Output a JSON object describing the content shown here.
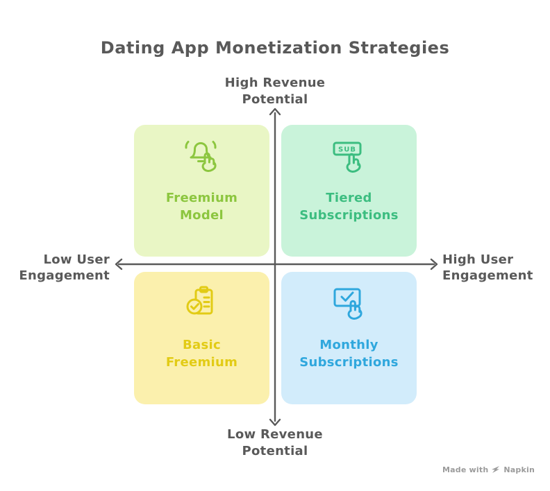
{
  "title": "Dating App Monetization Strategies",
  "axis_labels": {
    "top": {
      "line1": "High Revenue",
      "line2": "Potential"
    },
    "bottom": {
      "line1": "Low Revenue",
      "line2": "Potential"
    },
    "left": {
      "line1": "Low User",
      "line2": "Engagement"
    },
    "right": {
      "line1": "High User",
      "line2": "Engagement"
    }
  },
  "quadrants": [
    {
      "position": "top-left",
      "label": "Freemium Model",
      "icon": "notification-bell-tap-icon",
      "bg": "#e9f6c5",
      "fg": "#8cc63f"
    },
    {
      "position": "top-right",
      "label": "Tiered Subscriptions",
      "icon": "sub-button-tap-icon",
      "icon_text": "SUB",
      "bg": "#c9f3da",
      "fg": "#3cbd80"
    },
    {
      "position": "bottom-left",
      "label": "Basic Freemium",
      "icon": "clipboard-check-icon",
      "bg": "#fbf0ad",
      "fg": "#e2cb15"
    },
    {
      "position": "bottom-right",
      "label": "Monthly Subscriptions",
      "icon": "tap-check-icon",
      "bg": "#d2ecfb",
      "fg": "#2fa7dd"
    }
  ],
  "watermark": {
    "text": "Made with",
    "brand": "Napkin"
  },
  "colors": {
    "heading": "#595959",
    "axis": "#595959",
    "watermark": "#9b9b9b",
    "background": "#ffffff"
  }
}
